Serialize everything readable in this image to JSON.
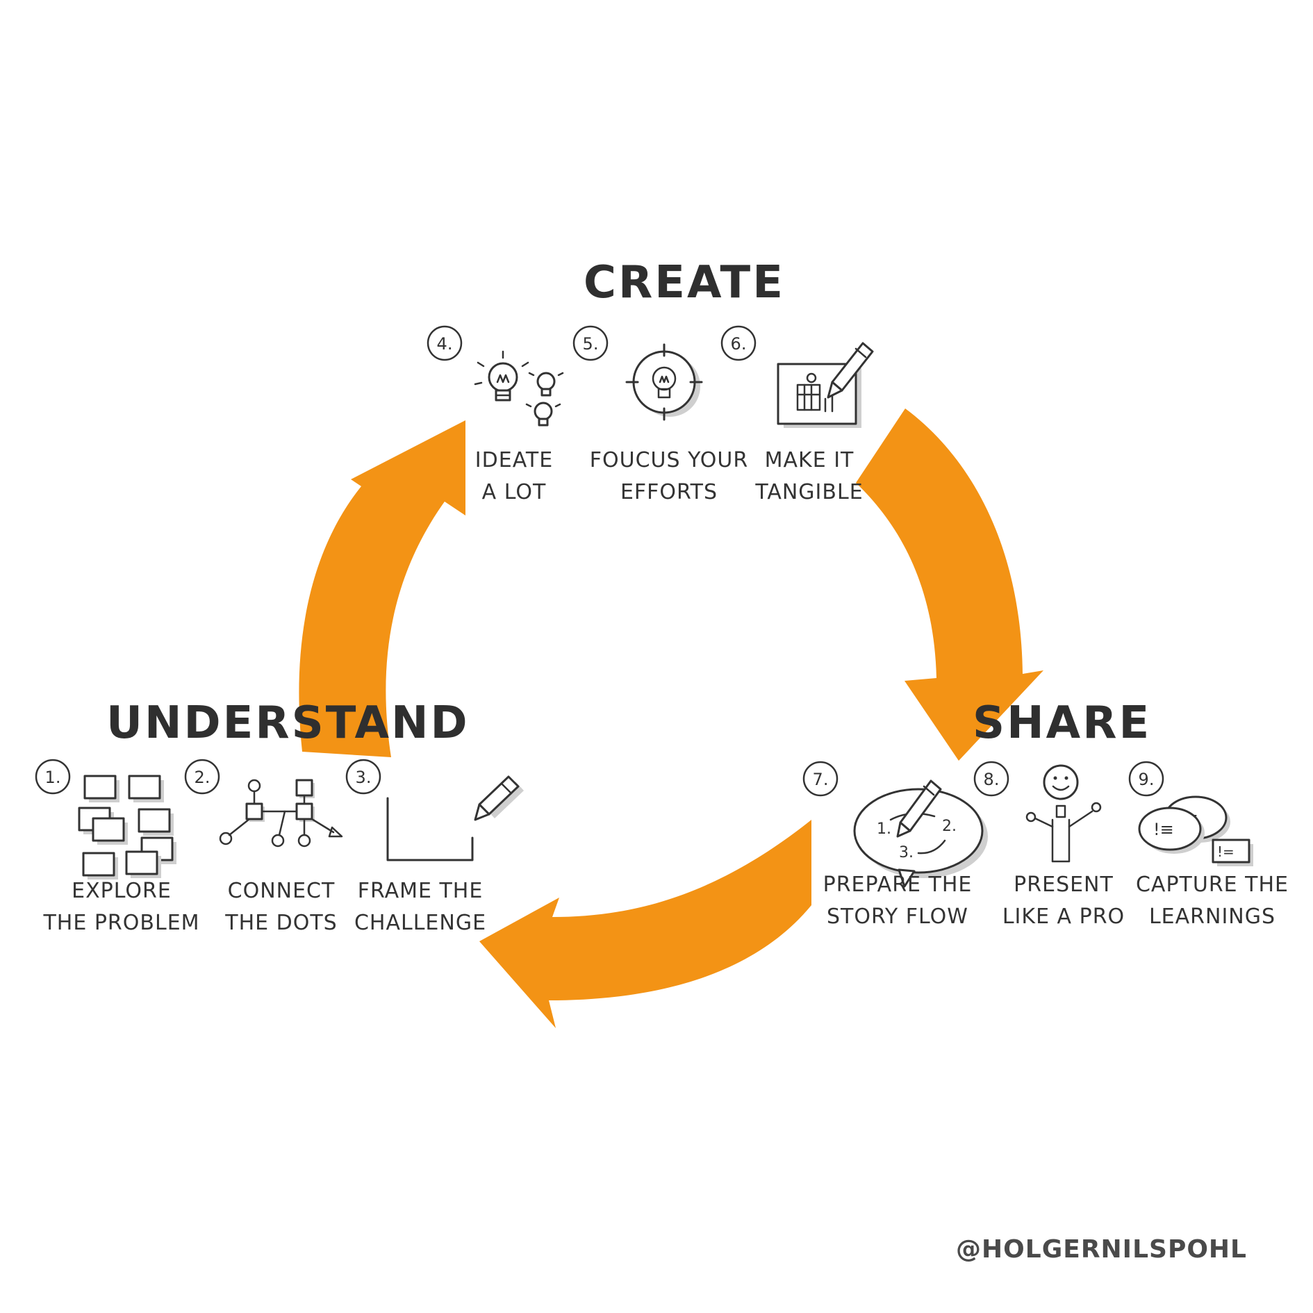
{
  "colors": {
    "arrow": "#F39315",
    "ink": "#333333",
    "shadow": "#cfcfcf"
  },
  "phases": {
    "understand": "UNDERSTAND",
    "create": "CREATE",
    "share": "SHARE"
  },
  "steps": [
    {
      "number": "1.",
      "line1": "EXPLORE",
      "line2": "THE PROBLEM",
      "icon": "sticky-notes-icon"
    },
    {
      "number": "2.",
      "line1": "CONNECT",
      "line2": "THE DOTS",
      "icon": "connected-nodes-icon"
    },
    {
      "number": "3.",
      "line1": "FRAME THE",
      "line2": "CHALLENGE",
      "icon": "frame-pencil-icon"
    },
    {
      "number": "4.",
      "line1": "IDEATE",
      "line2": "A LOT",
      "icon": "lightbulbs-icon"
    },
    {
      "number": "5.",
      "line1": "FOUCUS YOUR",
      "line2": "EFFORTS",
      "icon": "target-lightbulb-icon"
    },
    {
      "number": "6.",
      "line1": "MAKE IT",
      "line2": "TANGIBLE",
      "icon": "prototype-sketch-icon"
    },
    {
      "number": "7.",
      "line1": "PREPARE THE",
      "line2": "STORY FLOW",
      "icon": "story-bubble-icon"
    },
    {
      "number": "8.",
      "line1": "PRESENT",
      "line2": "LIKE A PRO",
      "icon": "presenter-icon"
    },
    {
      "number": "9.",
      "line1": "CAPTURE THE",
      "line2": "LEARNINGS",
      "icon": "speech-bubbles-icon"
    }
  ],
  "credit": "@HOLGERNILSPOHL"
}
